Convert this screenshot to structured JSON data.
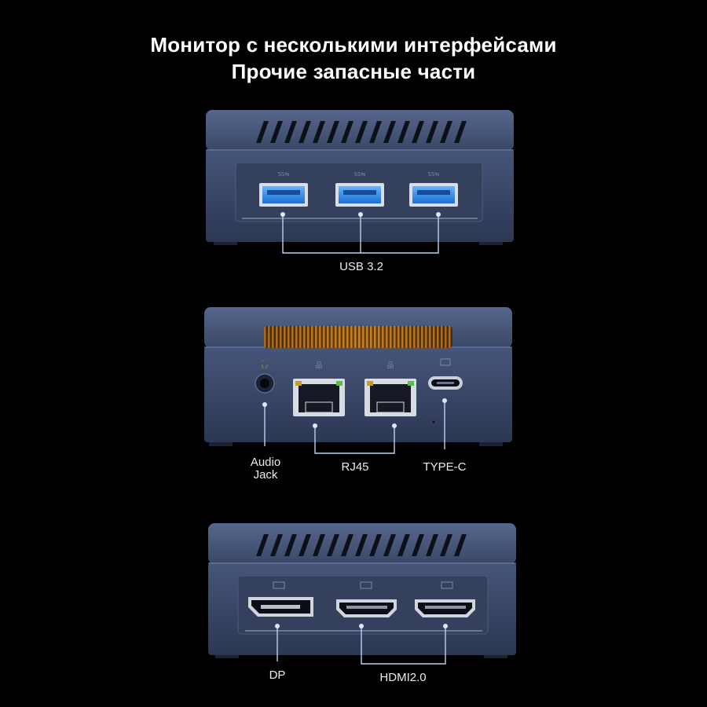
{
  "header": {
    "title_line1": "Монитор с несколькими интерфейсами",
    "title_line2": "Прочие запасные части"
  },
  "labels": {
    "usb": "USB 3.2",
    "audio_line1": "Audio",
    "audio_line2": "Jack",
    "rj45": "RJ45",
    "typec": "TYPE-C",
    "dp": "DP",
    "hdmi": "HDMI2.0"
  },
  "colors": {
    "background": "#000000",
    "device_body": "#3a4763",
    "usb_port": "#2f8de4",
    "vent_glow": "#c77a1e",
    "callout_line": "#b9d2f2"
  }
}
